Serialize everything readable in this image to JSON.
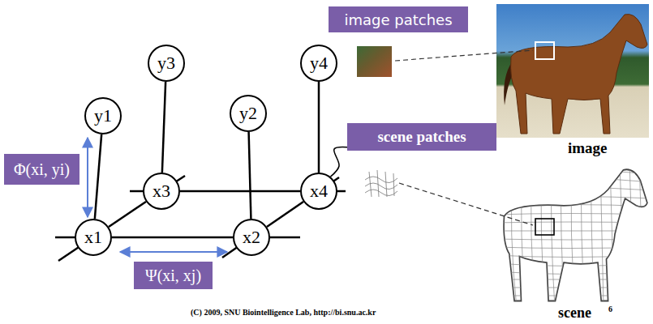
{
  "diagram": {
    "nodes": [
      {
        "text": [
          "image patches"
        ]
      },
      {
        "text": [
          "y3"
        ]
      },
      {
        "text": [
          "y4"
        ]
      },
      {
        "text": [
          "y1"
        ]
      },
      {
        "text": [
          "y2"
        ]
      },
      {
        "text": [
          "scene patches"
        ]
      },
      {
        "text": [
          "Φ(xi, yi)"
        ]
      },
      {
        "text": [
          "x3"
        ]
      },
      {
        "text": [
          "x4"
        ]
      },
      {
        "text": [
          "x1"
        ]
      },
      {
        "text": [
          "x2"
        ]
      },
      {
        "text": [
          "Ψ(xi, xj)"
        ]
      }
    ],
    "edges": [
      {
        "from": 1,
        "to": 7,
        "arrow": "none"
      },
      {
        "from": 2,
        "to": 8,
        "arrow": "none"
      },
      {
        "from": 3,
        "to": 9,
        "arrow": "none"
      },
      {
        "from": 4,
        "to": 10,
        "arrow": "none"
      },
      {
        "from": 7,
        "to": 8,
        "arrow": "none"
      },
      {
        "from": 9,
        "to": 10,
        "arrow": "none"
      },
      {
        "from": 9,
        "to": 7,
        "arrow": "none"
      },
      {
        "from": 10,
        "to": 8,
        "arrow": "none"
      },
      {
        "from": 5,
        "to": 8,
        "arrow": "none"
      }
    ],
    "labels": [
      "image",
      "scene",
      "6",
      "(C) 2009, SNU Biointelligence Lab, http://bi.snu.ac.kr"
    ]
  }
}
